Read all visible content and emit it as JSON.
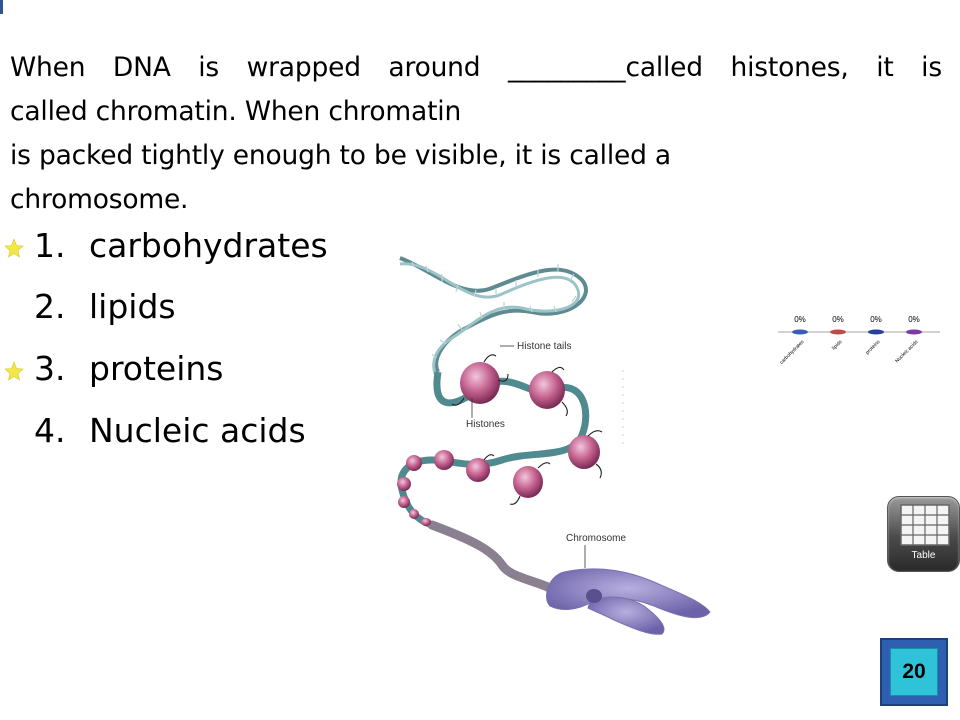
{
  "question": {
    "line1_parts": [
      "When",
      "DNA",
      "is",
      "wrapped",
      "around",
      "_________called",
      "histones,",
      "it",
      "is"
    ],
    "line2": "called chromatin.   When chromatin",
    "line3": "is packed tightly enough to be visible, it is called a",
    "line4": "chromosome."
  },
  "answers": [
    {
      "num": "1.",
      "text": "carbohydrates",
      "starred": true
    },
    {
      "num": "2.",
      "text": "lipids",
      "starred": false
    },
    {
      "num": "3.",
      "text": "proteins",
      "starred": true
    },
    {
      "num": "4.",
      "text": "Nucleic acids",
      "starred": false
    }
  ],
  "figure": {
    "label_histone_tails": "Histone tails",
    "label_histones": "Histones",
    "label_chromosome": "Chromosome"
  },
  "chart_data": {
    "type": "bar",
    "categories": [
      "carbohydrates",
      "lipids",
      "proteins",
      "Nucleic acids"
    ],
    "values": [
      0,
      0,
      0,
      0
    ],
    "value_labels": [
      "0%",
      "0%",
      "0%",
      "0%"
    ],
    "colors": [
      "#3b5bb5",
      "#c04a4a",
      "#2a3f9a",
      "#7a3aa0"
    ]
  },
  "table_button": {
    "label": "Table"
  },
  "counter": {
    "value": "20"
  },
  "colors": {
    "star": "#f2e64a",
    "counter_outer": "#2e5fb0",
    "counter_inner": "#2ec3d9"
  }
}
